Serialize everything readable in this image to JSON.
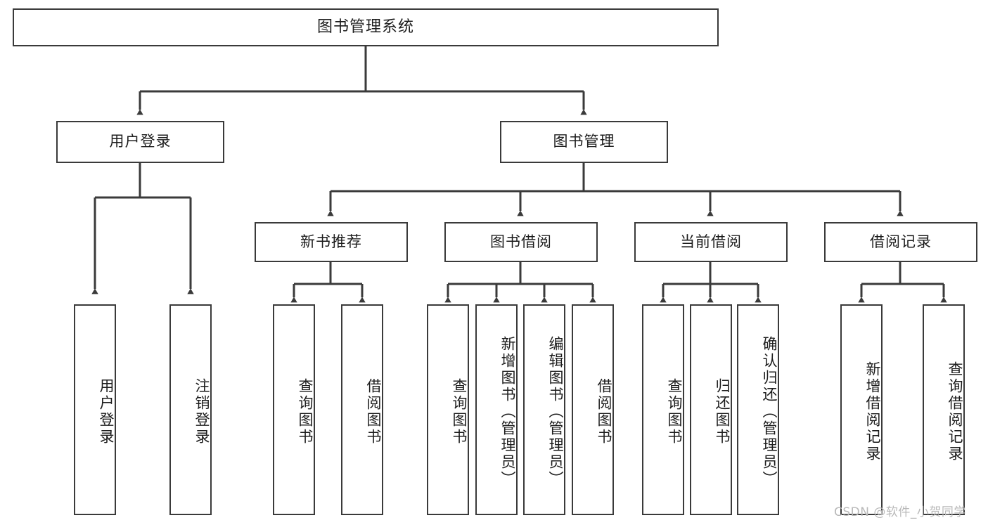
{
  "diagram": {
    "title": "图书管理系统",
    "watermark": "CSDN @软件_小贺同学",
    "line_color": "#3a3a3a",
    "box_fill": "#ffffff",
    "text_color": "#1c1c1c",
    "background": "#ffffff",
    "root": {
      "label": "图书管理系统"
    },
    "level2": [
      {
        "label": "用户登录"
      },
      {
        "label": "图书管理"
      }
    ],
    "level3": [
      {
        "label": "新书推荐"
      },
      {
        "label": "图书借阅"
      },
      {
        "label": "当前借阅"
      },
      {
        "label": "借阅记录"
      }
    ],
    "leaves": {
      "user_login": [
        {
          "label": "用户登录"
        },
        {
          "label": "注销登录"
        }
      ],
      "new_book": [
        {
          "label": "查询图书"
        },
        {
          "label": "借阅图书"
        }
      ],
      "book_borrow": [
        {
          "label": "查询图书"
        },
        {
          "label": "新增图书（管理员）"
        },
        {
          "label": "编辑图书（管理员）"
        },
        {
          "label": "借阅图书"
        }
      ],
      "current_borrow": [
        {
          "label": "查询图书"
        },
        {
          "label": "归还图书"
        },
        {
          "label": "确认归还（管理员）"
        }
      ],
      "borrow_record": [
        {
          "label": "新增借阅记录"
        },
        {
          "label": "查询借阅记录"
        }
      ]
    }
  }
}
